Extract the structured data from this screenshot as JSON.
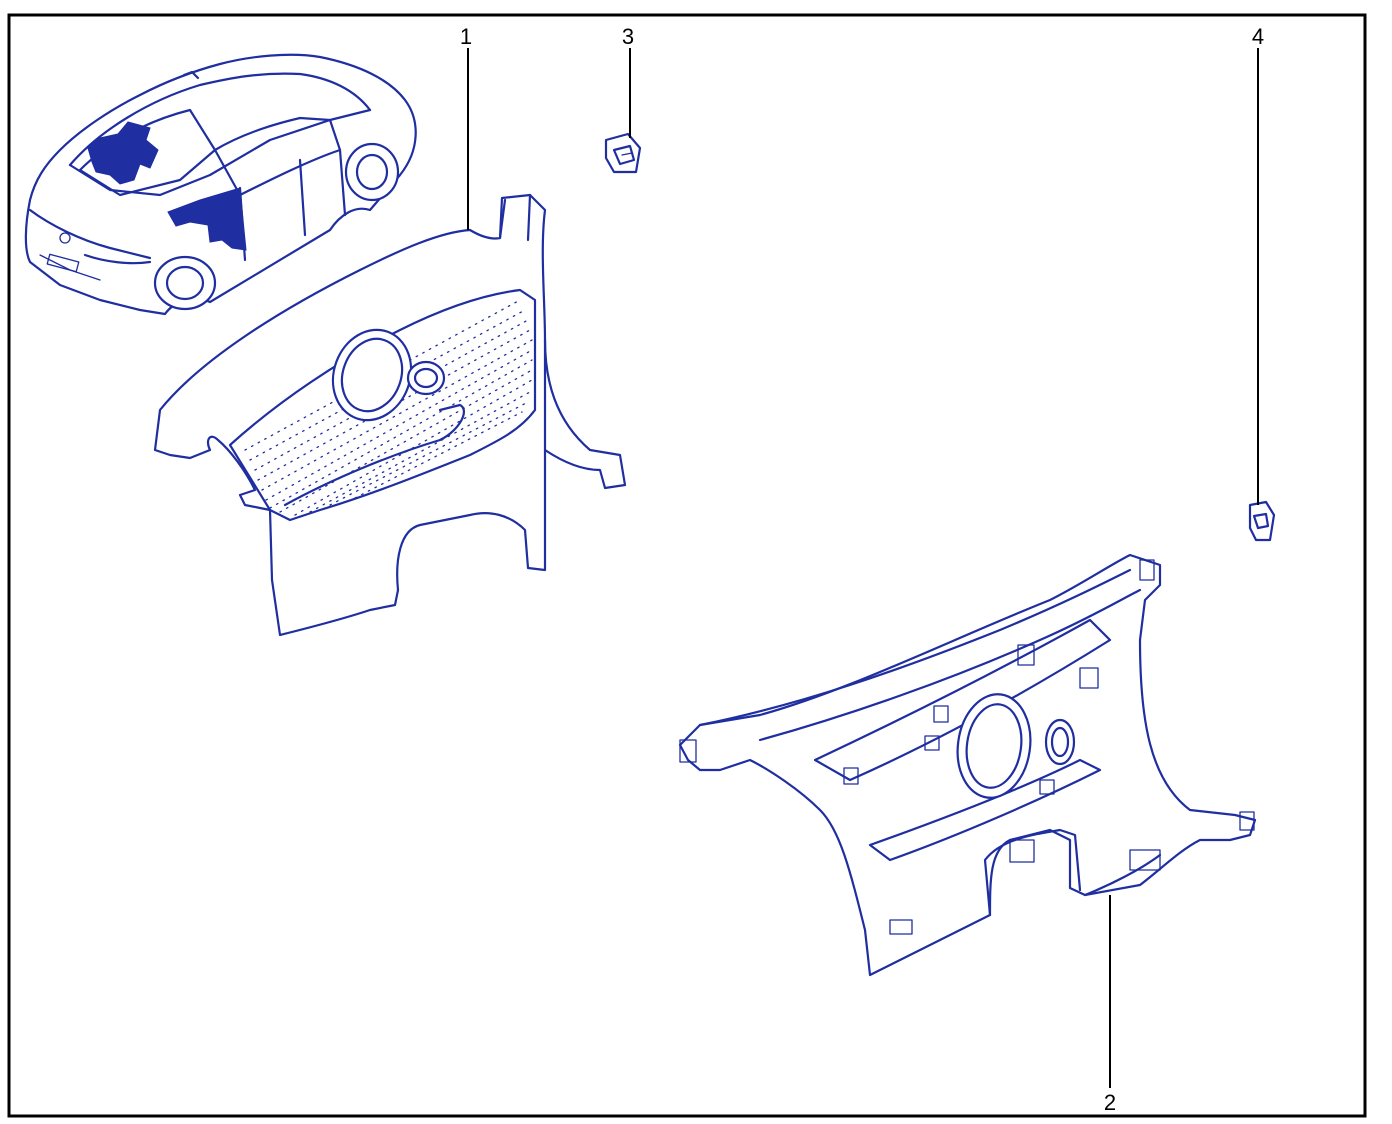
{
  "colors": {
    "ink": "#1f2ea0",
    "border": "#000000",
    "background": "#ffffff"
  },
  "callouts": [
    {
      "id": "1",
      "label": "1"
    },
    {
      "id": "2",
      "label": "2"
    },
    {
      "id": "3",
      "label": "3"
    },
    {
      "id": "4",
      "label": "4"
    }
  ]
}
